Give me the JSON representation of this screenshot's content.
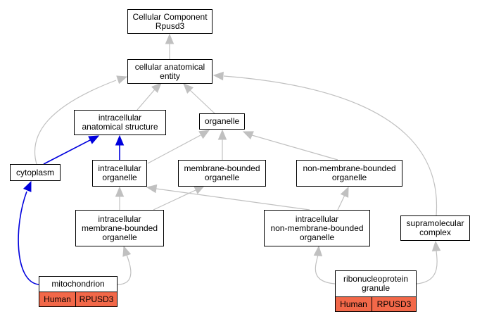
{
  "nodes": {
    "root": [
      "Cellular Component",
      "Rpusd3"
    ],
    "cae": [
      "cellular anatomical",
      "entity"
    ],
    "ias": [
      "intracellular",
      "anatomical structure"
    ],
    "organelle": [
      "organelle"
    ],
    "cytoplasm": [
      "cytoplasm"
    ],
    "io": [
      "intracellular",
      "organelle"
    ],
    "mbo": [
      "membrane-bounded",
      "organelle"
    ],
    "nmbo": [
      "non-membrane-bounded",
      "organelle"
    ],
    "imbo": [
      "intracellular",
      "membrane-bounded",
      "organelle"
    ],
    "inmbo": [
      "intracellular",
      "non-membrane-bounded",
      "organelle"
    ],
    "smc": [
      "supramolecular",
      "complex"
    ],
    "mito": [
      "mitochondrion"
    ],
    "rnp": [
      "ribonucleoprotein",
      "granule"
    ]
  },
  "annotations": {
    "mito": {
      "species": "Human",
      "gene": "RPUSD3"
    },
    "rnp": {
      "species": "Human",
      "gene": "RPUSD3"
    }
  },
  "colors": {
    "tag": "#f26849",
    "edge_gray": "#c0c0c0",
    "edge_blue": "#0000dd"
  }
}
